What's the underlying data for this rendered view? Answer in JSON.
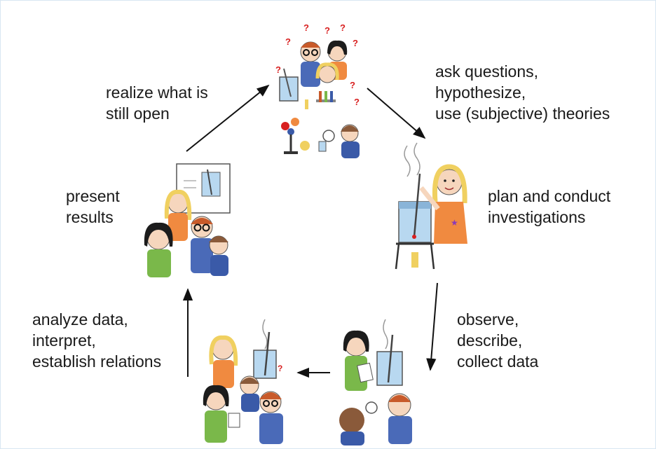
{
  "diagram": {
    "type": "cycle",
    "steps": [
      {
        "id": "ask",
        "lines": [
          "ask questions,",
          "hypothesize,",
          "use (subjective) theories"
        ]
      },
      {
        "id": "plan",
        "lines": [
          "plan and conduct",
          "investigations"
        ]
      },
      {
        "id": "observe",
        "lines": [
          "observe,",
          "describe,",
          "collect data"
        ]
      },
      {
        "id": "analyze",
        "lines": [
          "analyze data,",
          "interpret,",
          "establish relations"
        ]
      },
      {
        "id": "present",
        "lines": [
          "present",
          "results"
        ]
      },
      {
        "id": "realize",
        "lines": [
          "realize what is",
          "still open"
        ]
      }
    ],
    "colors": {
      "text": "#1a1a1a",
      "arrow": "#111111",
      "frame": "#d8e6f2",
      "skin": "#f6d6bd",
      "hair_blond": "#f0d060",
      "hair_dark": "#1c1c1c",
      "hair_brown": "#8a5a3a",
      "hair_red": "#c85a2a",
      "shirt_orange": "#f08a40",
      "shirt_blue": "#3a5aa8",
      "shirt_stripe": "#4a6ab8",
      "shirt_green": "#7ab84a",
      "water": "#b8d8f0",
      "question_mark": "#d82020"
    }
  }
}
